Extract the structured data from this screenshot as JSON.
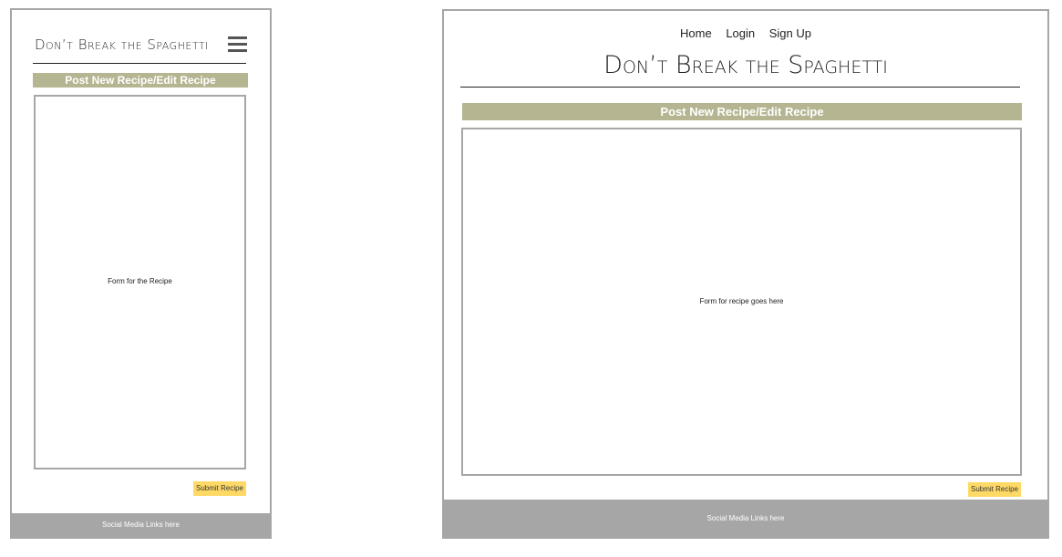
{
  "mobile": {
    "site_title": "Don’t Break the Spaghetti",
    "banner": "Post New Recipe/Edit Recipe",
    "form_placeholder": "Form for the Recipe",
    "submit_label": "Submit Recipe",
    "footer_text": "Social Media Links here",
    "menu_icon": "hamburger-menu-icon"
  },
  "desktop": {
    "nav": [
      "Home",
      "Login",
      "Sign Up"
    ],
    "site_title": "Don’t Break the Spaghetti",
    "banner": "Post New Recipe/Edit Recipe",
    "form_placeholder": "Form for recipe goes here",
    "submit_label": "Submit Recipe",
    "footer_text": "Social Media Links here"
  },
  "colors": {
    "frame_border": "#a6a6a6",
    "banner_bg": "#b5b592",
    "submit_bg": "#ffd966",
    "footer_bg": "#a6a6a6"
  }
}
